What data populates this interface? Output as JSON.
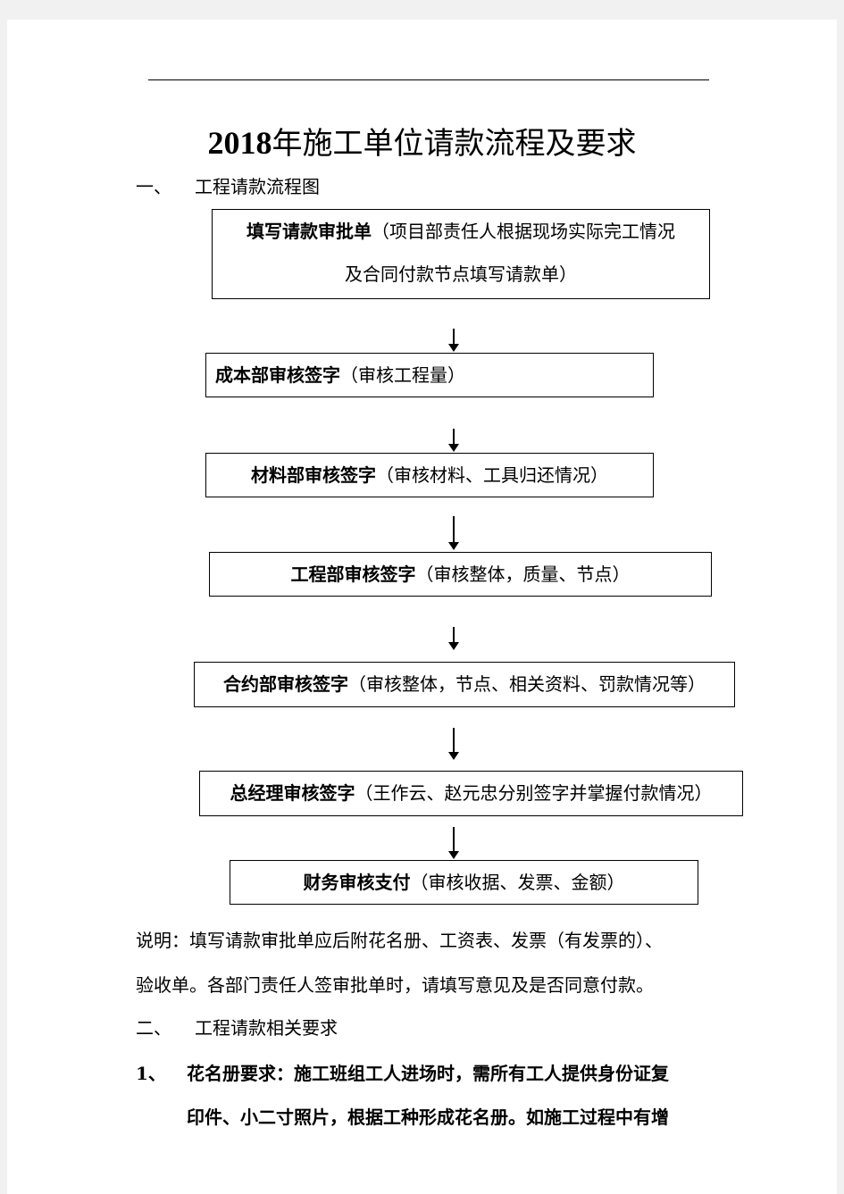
{
  "document": {
    "title_year": "2018",
    "title_rest": "年施工单位请款流程及要求",
    "section1": {
      "num": "一、",
      "label": "工程请款流程图"
    },
    "flow": [
      {
        "bold": "填写请款审批单",
        "note_line1": "（项目部责任人根据现场实际完工情况",
        "note_line2": "及合同付款节点填写请款单）"
      },
      {
        "bold": "成本部审核签字",
        "note": "（审核工程量）"
      },
      {
        "bold": "材料部审核签字",
        "note": "（审核材料、工具归还情况）"
      },
      {
        "bold": "工程部审核签字",
        "note": "（审核整体，质量、节点）"
      },
      {
        "bold": "合约部审核签字",
        "note": "（审核整体，节点、相关资料、罚款情况等）"
      },
      {
        "bold": "总经理审核签字",
        "note": "（王作云、赵元忠分别签字并掌握付款情况）"
      },
      {
        "bold": "财务审核支付",
        "note": "（审核收据、发票、金额）"
      }
    ],
    "explanation_line1": "说明：填写请款审批单应后附花名册、工资表、发票（有发票的）、",
    "explanation_line2": "验收单。各部门责任人签审批单时，请填写意见及是否同意付款。",
    "section2": {
      "num": "二、",
      "label": "工程请款相关要求"
    },
    "req1": {
      "num": "1、",
      "line1": "花名册要求：施工班组工人进场时，需所有工人提供身份证复",
      "line2": "印件、小二寸照片，根据工种形成花名册。如施工过程中有增"
    }
  }
}
